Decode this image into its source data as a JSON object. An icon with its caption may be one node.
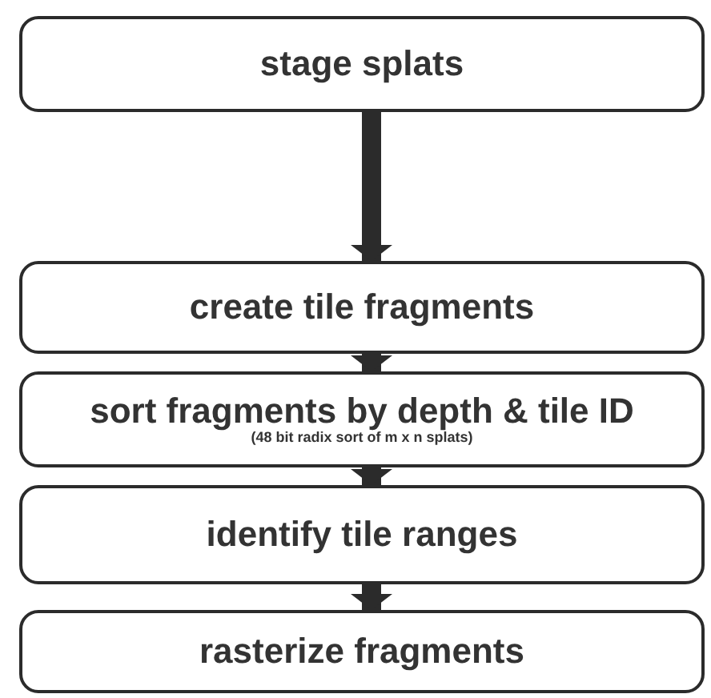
{
  "diagram": {
    "nodes": [
      {
        "text": [
          "stage splats"
        ]
      },
      {
        "text": [
          "create tile fragments"
        ]
      },
      {
        "text": [
          "sort fragments by depth & tile ID",
          "(48 bit radix sort of m x n splats)"
        ]
      },
      {
        "text": [
          "identify tile ranges"
        ]
      },
      {
        "text": [
          "rasterize fragments"
        ]
      }
    ],
    "edges": [
      {
        "from": 0,
        "to": 1,
        "arrow": "to"
      },
      {
        "from": 1,
        "to": 2,
        "arrow": "to"
      },
      {
        "from": 2,
        "to": 3,
        "arrow": "to"
      },
      {
        "from": 3,
        "to": 4,
        "arrow": "to"
      }
    ]
  }
}
